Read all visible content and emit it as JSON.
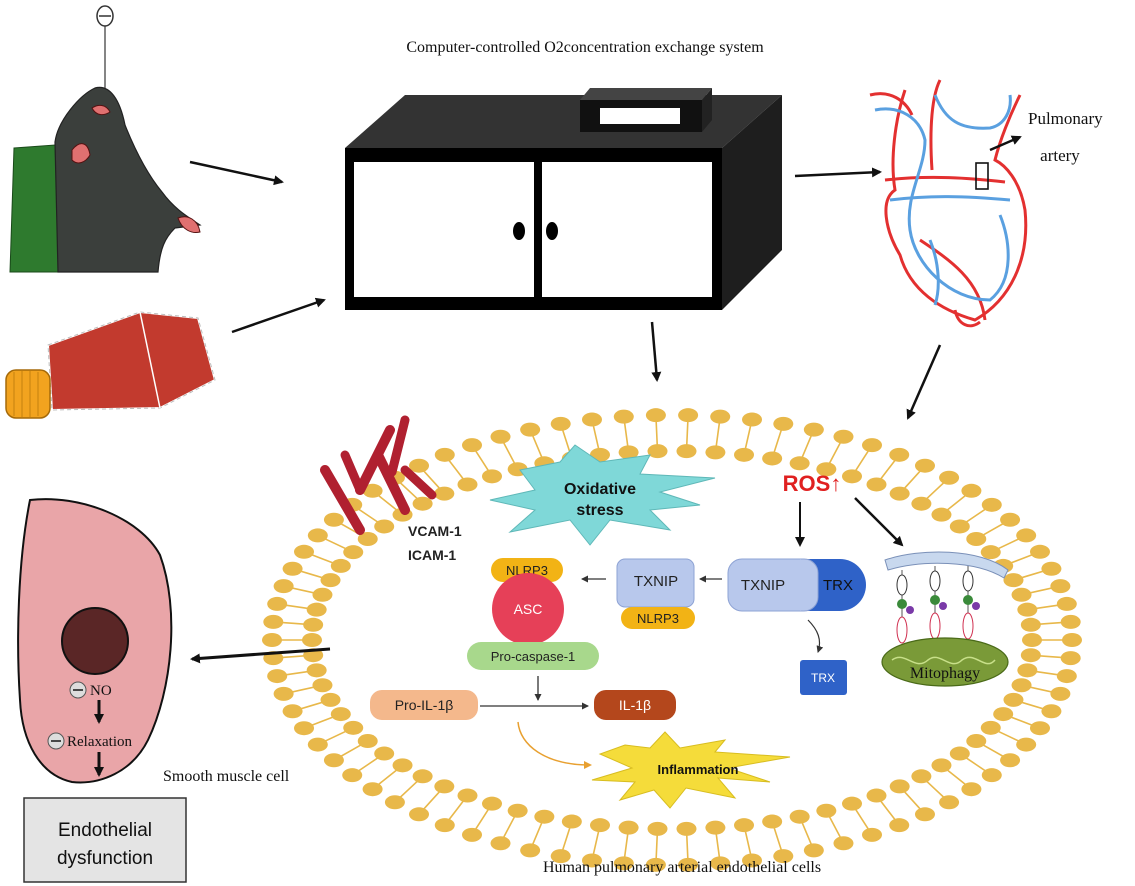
{
  "title": "Computer-controlled O2concentration exchange system",
  "pulmonary_label_line1": "Pulmonary",
  "pulmonary_label_line2": "artery",
  "smooth_muscle_label": "Smooth muscle cell",
  "endothelial_cells_label": "Human pulmonary arterial endothelial cells",
  "endothelial_dysfunction_line1": "Endothelial",
  "endothelial_dysfunction_line2": "dysfunction",
  "no_label": "NO",
  "relaxation_label": "Relaxation",
  "vcam_label": "VCAM-1",
  "icam_label": "ICAM-1",
  "oxidative_line1": "Oxidative",
  "oxidative_line2": "stress",
  "ros_label": "ROS↑",
  "txnip_label": "TXNIP",
  "trx_label": "TRX",
  "nlrp3_label": "NLRP3",
  "asc_label": "ASC",
  "pro_caspase_label": "Pro-caspase-1",
  "pro_il_label": "Pro-IL-1β",
  "il_label": "IL-1β",
  "inflammation_label": "Inflammation",
  "mitophagy_label": "Mitophagy",
  "colors": {
    "membrane": "#e8b84a",
    "oxidative": "#7fd8d8",
    "inflammation": "#f5dc3a",
    "ros": "#e02020",
    "txnip": "#b8c8ec",
    "trx": "#2f62c8",
    "nlrp3": "#f2b315",
    "asc": "#e64058",
    "pro_caspase": "#a8d88c",
    "pro_il": "#f4b88c",
    "il": "#b4471c",
    "smooth_muscle": "#e9a5a8",
    "nucleus": "#5a2626",
    "mitochondrion": "#7a9a38",
    "receptor": "#b02030",
    "heart_red": "#e33030",
    "heart_blue": "#5aa0e0"
  }
}
